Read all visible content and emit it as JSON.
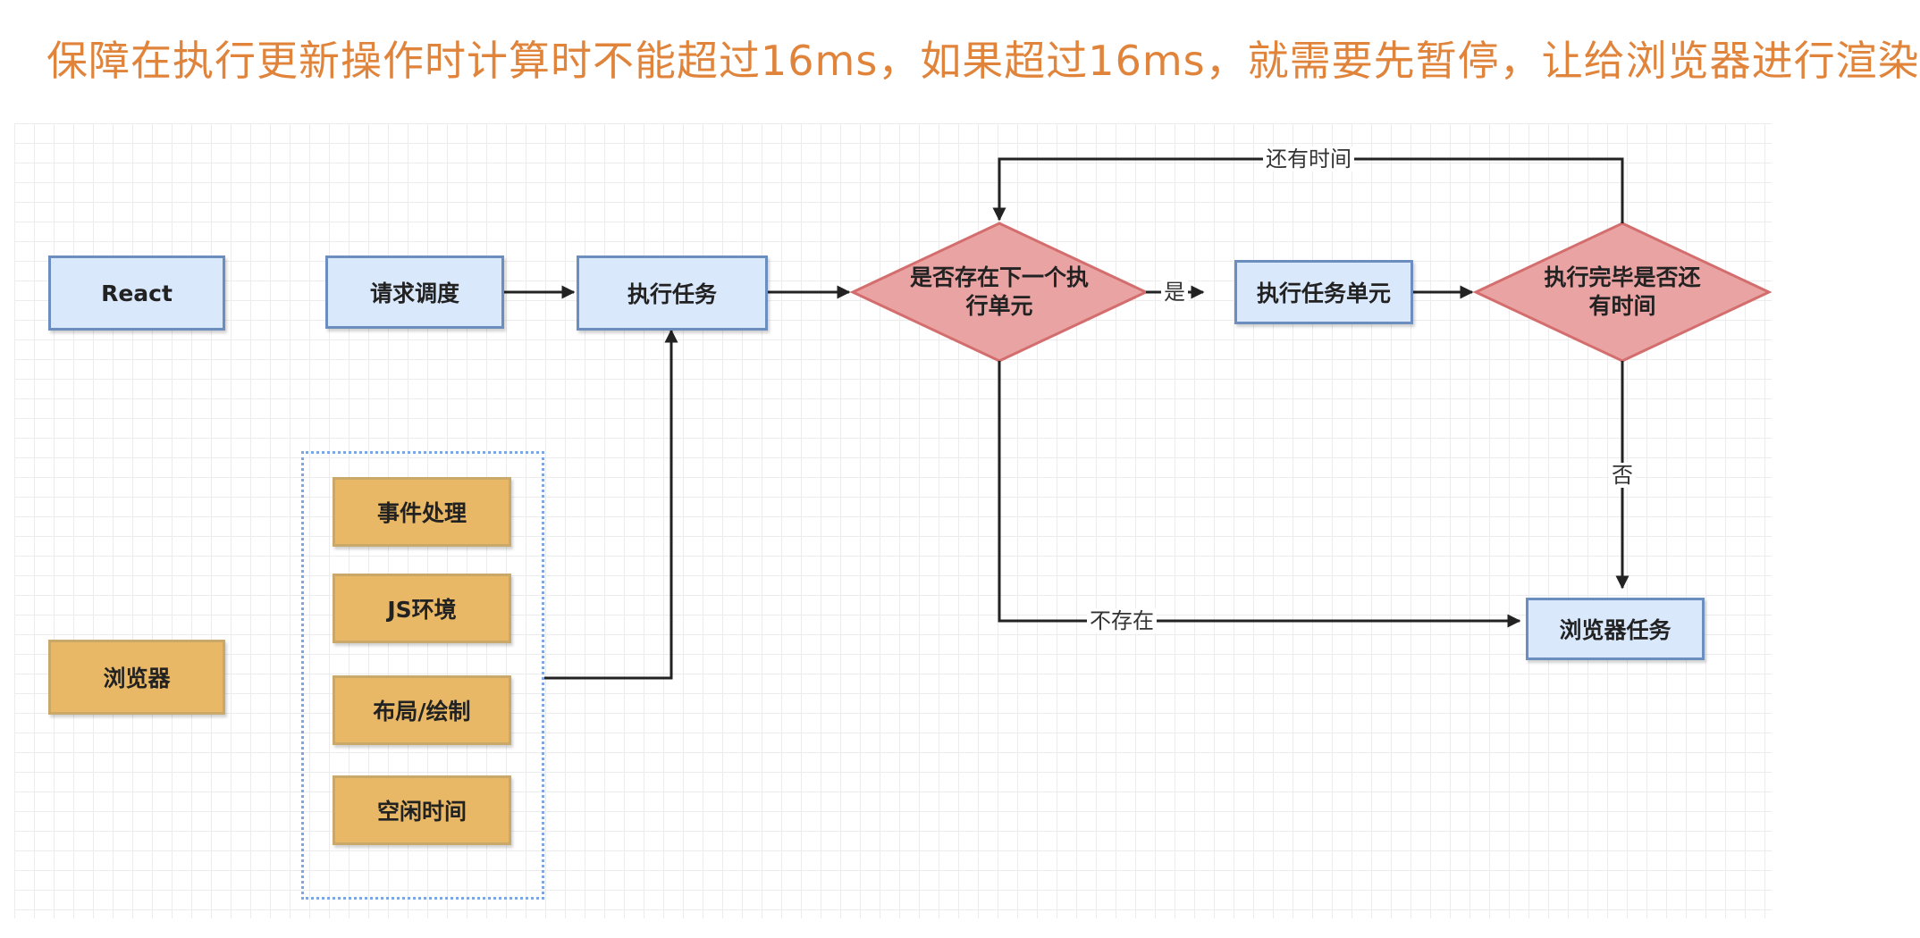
{
  "caption": "保障在执行更新操作时计算时不能超过16ms，如果超过16ms，就需要先暂停，让给浏览器进行渲染",
  "nodes": {
    "react": "React",
    "request_schedule": "请求调度",
    "execute_task": "执行任务",
    "has_next_unit": "是否存在下一个执行单元",
    "execute_unit": "执行任务单元",
    "done_and_time_left": "执行完毕是否还有时间",
    "browser": "浏览器",
    "event_handling": "事件处理",
    "js_env": "JS环境",
    "layout_paint": "布局/绘制",
    "idle_time": "空闲时间",
    "browser_task": "浏览器任务"
  },
  "edges": {
    "yes": "是",
    "no": "否",
    "not_exist": "不存在",
    "time_left": "还有时间"
  },
  "colors": {
    "caption": "#e0843c",
    "blue_fill": "#dae8fc",
    "blue_stroke": "#6c8ebf",
    "orange_fill": "#e9b866",
    "diamond_fill": "#e9a3a3",
    "diamond_stroke": "#d46d6d",
    "edge": "#222222"
  }
}
